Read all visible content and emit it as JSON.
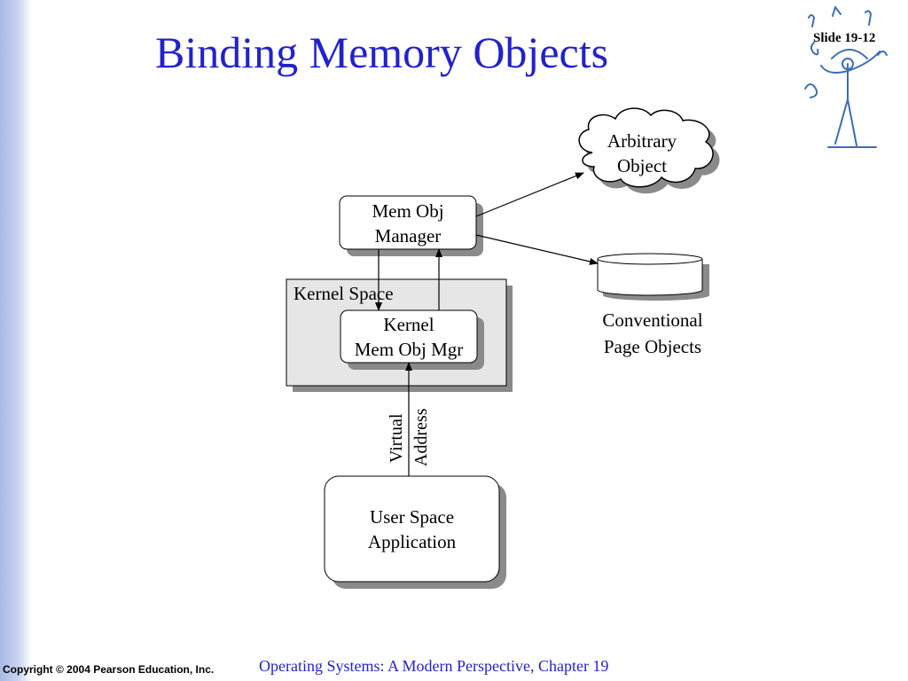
{
  "slide": {
    "title": "Binding Memory Objects",
    "number": "Slide 19-12"
  },
  "diagram": {
    "arbitrary_object": {
      "line1": "Arbitrary",
      "line2": "Object"
    },
    "mem_obj_manager": {
      "line1": "Mem Obj",
      "line2": "Manager"
    },
    "conventional_page_objects": {
      "line1": "Conventional",
      "line2": "Page Objects"
    },
    "kernel_space": {
      "label": "Kernel Space"
    },
    "kernel_mem_obj_mgr": {
      "line1": "Kernel",
      "line2": "Mem Obj Mgr"
    },
    "virtual_address": {
      "line1": "Virtual",
      "line2": "Address"
    },
    "user_space_application": {
      "line1": "User Space",
      "line2": "Application"
    }
  },
  "footer": {
    "copyright": "Copyright © 2004 Pearson Education, Inc.",
    "course": "Operating Systems: A Modern Perspective, Chapter 19"
  },
  "colors": {
    "title": "#2222cc",
    "shadow": "#8a8a8a",
    "kernel_space_fill": "#e6e6e6"
  }
}
